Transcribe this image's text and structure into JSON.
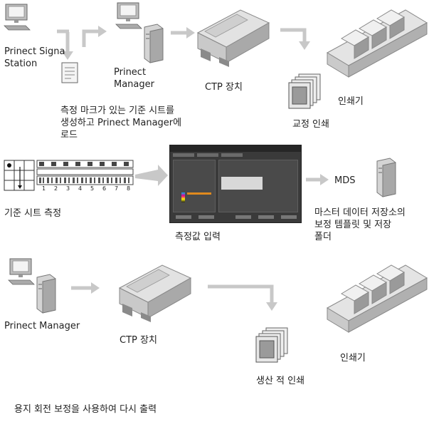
{
  "labels": {
    "signa_station": "Prinect Signa\nStation",
    "prinect_manager_top": "Prinect\nManager",
    "ctp_top": "CTP 장치",
    "proof_print": "교정 인쇄",
    "press_top": "인쇄기",
    "create_sheet": "측정 마크가 있는 기준 시트를\n생성하고 Prinect Manager에\n로드",
    "measure_sheet": "기준 시트 측정",
    "enter_values": "측정값 입력",
    "mds": "MDS",
    "mds_desc": "마스터 데이터 저장소의\n보정 템플릿 및 저장\n폴더",
    "prinect_manager_bottom": "Prinect Manager",
    "ctp_bottom": "CTP 장치",
    "production_print": "생산 적 인쇄",
    "press_bottom": "인쇄기",
    "reprint": "용지 회전 보정을 사용하여 다시 출력"
  },
  "patch_numbers": [
    "1",
    "2",
    "3",
    "4",
    "5",
    "6",
    "7",
    "8"
  ],
  "colors": {
    "arrow": "#c8c8c8",
    "device_light": "#e6e6e6",
    "device_mid": "#bdbdbd",
    "device_dark": "#8c8c8c",
    "screen_bg": "#3a3a3a",
    "accent_orange": "#e08a1e"
  }
}
